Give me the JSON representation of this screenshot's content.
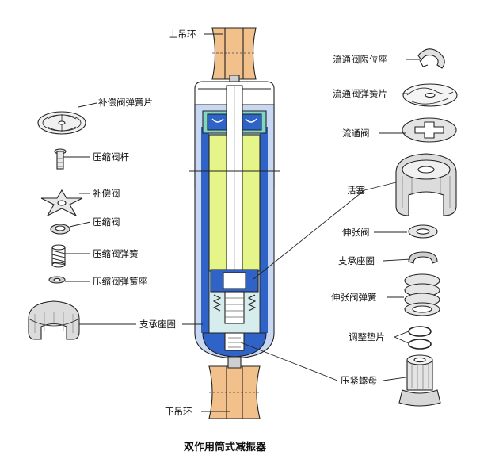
{
  "caption": "双作用筒式减振器",
  "labels": {
    "top_eye": "上吊环",
    "bottom_eye": "下吊环",
    "support_seat_left": "支承座圈",
    "comp_spring_plate": "补偿阀弹簧片",
    "comp_valve_stem": "压缩阀杆",
    "comp_valve": "补偿阀",
    "compression_valve": "压缩阀",
    "comp_valve_spring": "压缩阀弹簧",
    "comp_spring_seat": "压缩阀弹簧座",
    "flow_stop_seat": "流通阀限位座",
    "flow_spring_plate": "流通阀弹簧片",
    "flow_valve": "流通阀",
    "piston": "活塞",
    "rebound_valve": "伸张阀",
    "support_seat_right": "支承座圈",
    "rebound_spring": "伸张阀弹簧",
    "shim": "调整垫片",
    "lock_nut": "压紧螺母"
  },
  "colors": {
    "eye": "#f2c08a",
    "outer": "#c9d8f2",
    "inner": "#e6f58a",
    "blue": "#2f63c8",
    "teal": "#7fd6c8",
    "frame": "#222222"
  }
}
